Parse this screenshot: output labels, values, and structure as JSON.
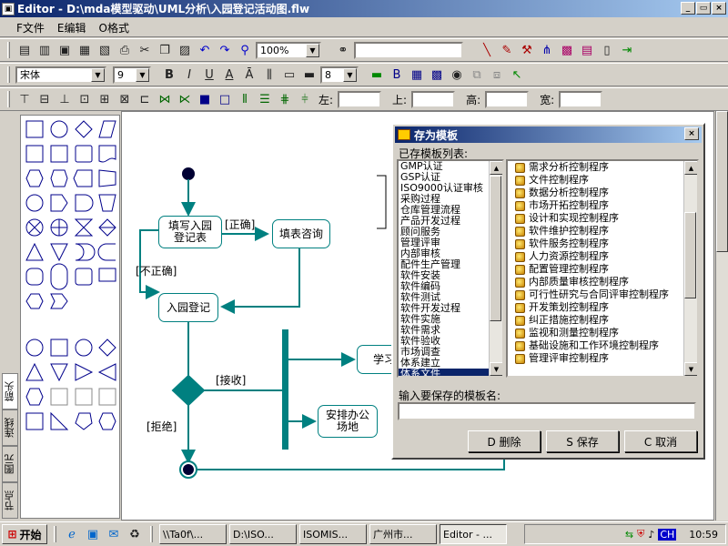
{
  "window": {
    "title": "Editor - D:\\mda模型驱动\\UML分析\\入园登记活动图.flw"
  },
  "menu": [
    "F文件",
    "E编辑",
    "O格式"
  ],
  "toolbar1": {
    "zoom": "100%"
  },
  "toolbar2": {
    "font": "宋体",
    "font_size": "9",
    "line_width": "8"
  },
  "toolbar3": {
    "left_label": "左:",
    "top_label": "上:",
    "height_label": "高:",
    "width_label": "宽:"
  },
  "side_tabs": [
    "箭头",
    "连线",
    "图元",
    "节点"
  ],
  "diagram": {
    "nodes": {
      "fill_form": "填写入园登记表",
      "fill_consult": "填表咨询",
      "register": "入园登记",
      "study": "学习",
      "arrange": "安排办公场地"
    },
    "labels": {
      "correct": "[正确]",
      "incorrect": "[不正确]",
      "accept": "[接收]",
      "reject": "[拒绝]"
    }
  },
  "dialog": {
    "title": "存为模板",
    "existing_label": "已存模板列表:",
    "left_list": [
      "GMP认证",
      "GSP认证",
      "ISO9000认证审核",
      "采购过程",
      "仓库管理流程",
      "产品开发过程",
      "顾问服务",
      "管理评审",
      "内部审核",
      "配件生产管理",
      "软件安装",
      "软件编码",
      "软件测试",
      "软件开发过程",
      "软件实施",
      "软件需求",
      "软件验收",
      "市场调查",
      "体系建立",
      "体系文件"
    ],
    "left_selected": "体系文件",
    "right_list": [
      "需求分析控制程序",
      "文件控制程序",
      "数据分析控制程序",
      "市场开拓控制程序",
      "设计和实现控制程序",
      "软件维护控制程序",
      "软件服务控制程序",
      "人力资源控制程序",
      "配置管理控制程序",
      "内部质量审核控制程序",
      "可行性研究与合同评审控制程序",
      "开发策划控制程序",
      "纠正措施控制程序",
      "监视和测量控制程序",
      "基础设施和工作环境控制程序",
      "管理评审控制程序"
    ],
    "input_label": "输入要保存的模板名:",
    "input_value": "",
    "buttons": {
      "delete": "D 删除",
      "save": "S 保存",
      "cancel": "C 取消"
    }
  },
  "taskbar": {
    "start": "开始",
    "tasks": [
      "\\\\Ta0f\\...",
      "D:\\ISO...",
      "ISOMIS...",
      "广州市...",
      "Editor - ..."
    ],
    "tray_ime": "CH",
    "clock": "10:59"
  }
}
